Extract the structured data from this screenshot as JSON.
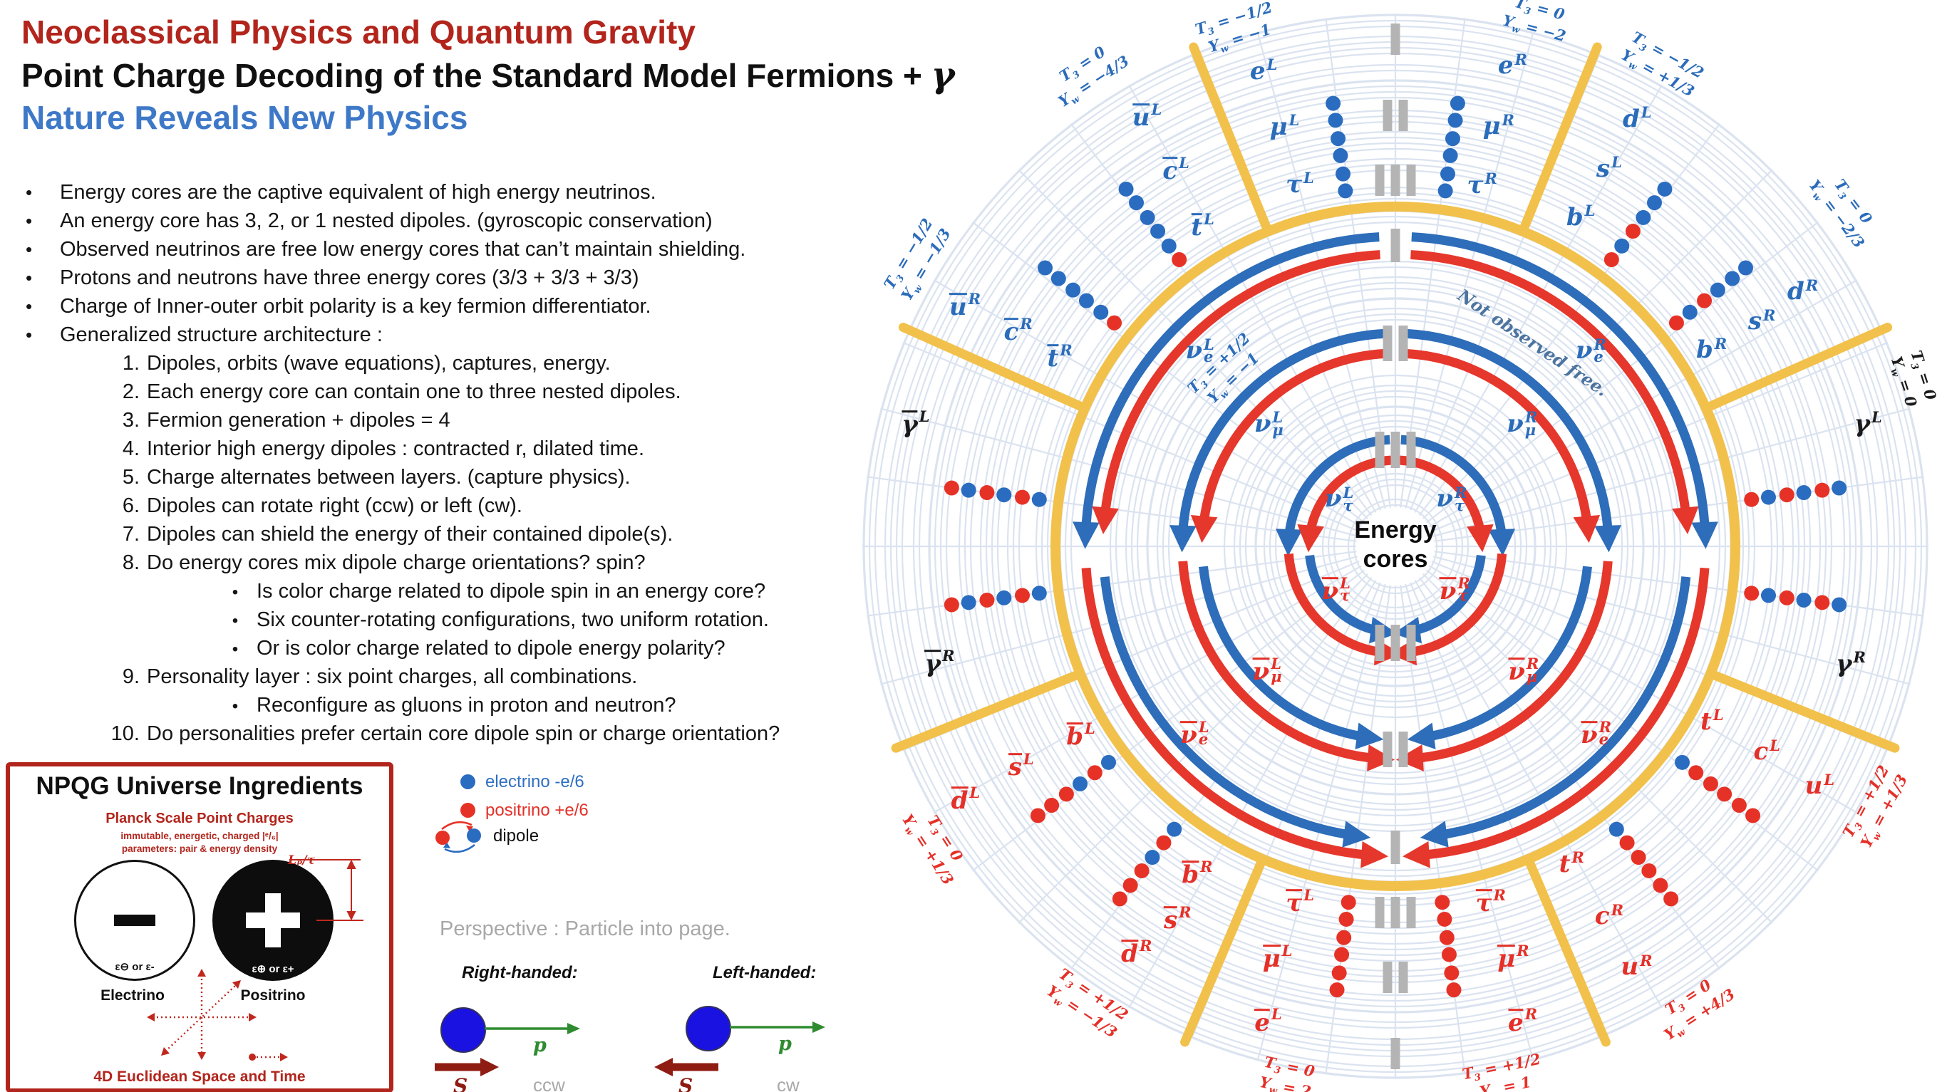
{
  "title": {
    "line1": "Neoclassical Physics and Quantum Gravity",
    "line2": "Point Charge Decoding of the Standard Model Fermions + ",
    "line2_gamma": "γ",
    "line3": "Nature Reveals New Physics"
  },
  "bullets": [
    "Energy cores are the captive equivalent of high energy neutrinos.",
    "An energy core has 3, 2, or 1 nested dipoles. (gyroscopic conservation)",
    "Observed neutrinos are free low energy cores that can’t maintain shielding.",
    "Protons and neutrons have three energy cores (3/3 + 3/3 + 3/3)",
    "Charge of Inner-outer orbit polarity is a key fermion differentiator.",
    "Generalized structure architecture :"
  ],
  "architecture": [
    {
      "num": "1.",
      "text": "Dipoles, orbits (wave equations), captures, energy."
    },
    {
      "num": "2.",
      "text": "Each energy core can contain one to three nested dipoles."
    },
    {
      "num": "3.",
      "text": "Fermion generation + dipoles = 4"
    },
    {
      "num": "4.",
      "text": "Interior high energy dipoles : contracted r, dilated time."
    },
    {
      "num": "5.",
      "text": "Charge alternates between layers. (capture physics)."
    },
    {
      "num": "6.",
      "text": "Dipoles can rotate right (ccw) or left (cw)."
    },
    {
      "num": "7.",
      "text": "Dipoles can shield the energy of their contained dipole(s)."
    },
    {
      "num": "8.",
      "text": "Do energy cores mix dipole charge orientations? spin?",
      "subs": [
        "Is color charge related to dipole spin in an energy core?",
        "Six counter-rotating configurations, two uniform rotation.",
        "Or is color charge related to dipole energy polarity?"
      ]
    },
    {
      "num": "9.",
      "text": "Personality layer : six point charges, all combinations.",
      "subs": [
        "Reconfigure as gluons in proton and neutron?"
      ]
    },
    {
      "num": "10.",
      "text": "Do personalities prefer certain core dipole spin or charge orientation?"
    }
  ],
  "ingredients": {
    "title": "NPQG Universe Ingredients",
    "heading": "Planck Scale Point Charges",
    "sub1": "immutable, energetic, charged |ᵉ/₆|",
    "sub2": "parameters: pair & energy density",
    "electrino": {
      "symbol": "ε⊖ or ε-",
      "name": "Electrino"
    },
    "positrino": {
      "symbol": "ε⊕ or ε+",
      "name": "Positrino"
    },
    "dim_label": "Lₚ/τ",
    "footer": "4D Euclidean Space and Time"
  },
  "legend": {
    "electrino": "electrino -e/6",
    "positrino": "positrino +e/6",
    "dipole": "dipole"
  },
  "perspective": "Perspective : Particle into page.",
  "hand": {
    "right": {
      "label": "Right-handed:",
      "p": "p",
      "s": "S",
      "rot": "ccw"
    },
    "left": {
      "label": "Left-handed:",
      "p": "p",
      "s": "S",
      "rot": "cw"
    }
  },
  "diagram": {
    "center_line1": "Energy",
    "center_line2": "cores",
    "not_observed": "Not observed free.",
    "sym_t3": "T",
    "sym_t3_sub": "3",
    "sym_yw": "Y",
    "sym_yw_sub": "w",
    "colors": {
      "blue": "#2b6cba",
      "red": "#e43028",
      "black": "#1a1a1a",
      "arc_blue": "#2d6db9",
      "arc_red": "#e6372c",
      "yellow": "#f2c14b",
      "grid": "#dbe3f0",
      "gray": "#b4b4b4"
    },
    "spokes": [
      -22,
      22,
      -66,
      66,
      -112,
      112,
      -157,
      157
    ],
    "rings": [
      {
        "gen": "I",
        "router": 435,
        "rinner": 410,
        "bars": 1
      },
      {
        "gen": "II",
        "router": 299,
        "rinner": 271,
        "bars": 2
      },
      {
        "gen": "III",
        "router": 150,
        "rinner": 121,
        "bars": 3
      }
    ],
    "sector_numerals": [
      {
        "gen": "I",
        "bars": 1,
        "r": 712
      },
      {
        "gen": "II",
        "bars": 2,
        "r": 605
      },
      {
        "gen": "III",
        "bars": 3,
        "r": 514
      }
    ],
    "particles": [
      {
        "b": "e",
        "sup": "L",
        "a": -15.5,
        "r": 692,
        "c": "blue"
      },
      {
        "b": "μ",
        "sup": "L",
        "a": -14.8,
        "r": 609,
        "c": "blue"
      },
      {
        "b": "τ",
        "sup": "L",
        "a": -14.8,
        "r": 525,
        "c": "blue"
      },
      {
        "b": "e",
        "sup": "R",
        "a": 13.7,
        "r": 694,
        "c": "blue"
      },
      {
        "b": "μ",
        "sup": "R",
        "a": 13.8,
        "r": 607,
        "c": "blue"
      },
      {
        "b": "τ",
        "sup": "R",
        "a": 13.5,
        "r": 521,
        "c": "blue"
      },
      {
        "b": "d",
        "sup": "L",
        "a": 29.5,
        "r": 689,
        "c": "blue"
      },
      {
        "b": "s",
        "sup": "L",
        "a": 29.5,
        "r": 609,
        "c": "blue"
      },
      {
        "b": "b",
        "sup": "L",
        "a": 29.4,
        "r": 530,
        "c": "blue"
      },
      {
        "b": "d",
        "sup": "R",
        "a": 58,
        "r": 674,
        "c": "blue"
      },
      {
        "b": "s",
        "sup": "R",
        "a": 58.5,
        "r": 603,
        "c": "blue"
      },
      {
        "b": "b",
        "sup": "R",
        "a": 58.2,
        "r": 522,
        "c": "blue"
      },
      {
        "b": "γ",
        "sup": "L",
        "a": 75.5,
        "r": 685,
        "c": "black"
      },
      {
        "b": "γ",
        "sup": "R",
        "a": 104.5,
        "r": 660,
        "c": "black"
      },
      {
        "b": "t",
        "sup": "L",
        "a": 119,
        "r": 508,
        "c": "red"
      },
      {
        "b": "c",
        "sup": "L",
        "a": 119,
        "r": 596,
        "c": "red"
      },
      {
        "b": "u",
        "sup": "L",
        "a": 119.5,
        "r": 684,
        "c": "red"
      },
      {
        "b": "t",
        "sup": "R",
        "a": 151,
        "r": 510,
        "c": "red"
      },
      {
        "b": "c",
        "sup": "R",
        "a": 150,
        "r": 600,
        "c": "red"
      },
      {
        "b": "u",
        "sup": "R",
        "a": 150.2,
        "r": 681,
        "c": "red"
      },
      {
        "b": "τ",
        "sup": "L",
        "bar": 1,
        "a": -165,
        "r": 517,
        "c": "red"
      },
      {
        "b": "μ",
        "sup": "L",
        "bar": 1,
        "a": -164,
        "r": 600,
        "c": "red"
      },
      {
        "b": "e",
        "sup": "L",
        "bar": 1,
        "a": -165,
        "r": 690,
        "c": "red"
      },
      {
        "b": "τ",
        "sup": "R",
        "bar": 1,
        "a": 165,
        "r": 517,
        "c": "red"
      },
      {
        "b": "μ",
        "sup": "R",
        "bar": 1,
        "a": 164,
        "r": 600,
        "c": "red"
      },
      {
        "b": "e",
        "sup": "R",
        "bar": 1,
        "a": 165,
        "r": 690,
        "c": "red"
      },
      {
        "b": "b",
        "sup": "R",
        "bar": 1,
        "a": -148.8,
        "r": 537,
        "c": "red"
      },
      {
        "b": "s",
        "sup": "R",
        "bar": 1,
        "a": -149.7,
        "r": 606,
        "c": "red"
      },
      {
        "b": "d",
        "sup": "R",
        "bar": 1,
        "a": -147.5,
        "r": 676,
        "c": "red"
      },
      {
        "b": "b",
        "sup": "L",
        "bar": 1,
        "a": -121,
        "r": 515,
        "c": "red"
      },
      {
        "b": "s",
        "sup": "L",
        "bar": 1,
        "a": -120.4,
        "r": 609,
        "c": "red"
      },
      {
        "b": "d",
        "sup": "L",
        "bar": 1,
        "a": -120.5,
        "r": 700,
        "c": "red"
      },
      {
        "b": "γ",
        "sup": "R",
        "bar": 1,
        "a": -104.3,
        "r": 660,
        "c": "black"
      },
      {
        "b": "γ",
        "sup": "L",
        "bar": 1,
        "a": -75.6,
        "r": 695,
        "c": "black"
      },
      {
        "b": "u",
        "sup": "R",
        "bar": 1,
        "a": -60.8,
        "r": 692,
        "c": "blue"
      },
      {
        "b": "c",
        "sup": "R",
        "bar": 1,
        "a": -60.2,
        "r": 610,
        "c": "blue"
      },
      {
        "b": "t",
        "sup": "R",
        "bar": 1,
        "a": -60.5,
        "r": 541,
        "c": "blue"
      },
      {
        "b": "u",
        "sup": "L",
        "bar": 1,
        "a": -30,
        "r": 697,
        "c": "blue"
      },
      {
        "b": "c",
        "sup": "L",
        "bar": 1,
        "a": -30.2,
        "r": 612,
        "c": "blue"
      },
      {
        "b": "t",
        "sup": "L",
        "bar": 1,
        "a": -31,
        "r": 525,
        "c": "blue"
      }
    ],
    "neutrinos": [
      {
        "b": "ν",
        "sub": "e",
        "sup": "L",
        "a": -45,
        "r": 388,
        "c": "blue"
      },
      {
        "b": "ν",
        "sub": "e",
        "sup": "R",
        "a": 45,
        "r": 388,
        "c": "blue"
      },
      {
        "b": "ν",
        "sub": "μ",
        "sup": "L",
        "a": -46,
        "r": 247,
        "c": "blue"
      },
      {
        "b": "ν",
        "sub": "μ",
        "sup": "R",
        "a": 46,
        "r": 247,
        "c": "blue"
      },
      {
        "b": "ν",
        "sub": "τ",
        "sup": "L",
        "a": -50,
        "r": 103,
        "c": "blue"
      },
      {
        "b": "ν",
        "sub": "τ",
        "sup": "R",
        "a": 50,
        "r": 103,
        "c": "blue"
      },
      {
        "b": "ν",
        "sub": "e",
        "sup": "L",
        "bar": 1,
        "a": -133,
        "r": 385,
        "c": "red"
      },
      {
        "b": "ν",
        "sub": "e",
        "sup": "R",
        "bar": 1,
        "a": 133,
        "r": 385,
        "c": "red"
      },
      {
        "b": "ν",
        "sub": "μ",
        "sup": "L",
        "bar": 1,
        "a": -134,
        "r": 250,
        "c": "red"
      },
      {
        "b": "ν",
        "sub": "μ",
        "sup": "R",
        "bar": 1,
        "a": 134,
        "r": 250,
        "c": "red"
      },
      {
        "b": "ν",
        "sub": "τ",
        "sup": "L",
        "bar": 1,
        "a": -126,
        "r": 103,
        "c": "red"
      },
      {
        "b": "ν",
        "sub": "τ",
        "sup": "R",
        "bar": 1,
        "a": 126,
        "r": 103,
        "c": "red"
      }
    ],
    "t3_labels": [
      {
        "a": -17,
        "r": 758,
        "c": "blue",
        "t3": "−1/2",
        "yw": "−1"
      },
      {
        "a": 15,
        "r": 765,
        "c": "blue",
        "t3": "0",
        "yw": "−2"
      },
      {
        "a": 29,
        "r": 772,
        "c": "blue",
        "t3": "−1/2",
        "yw": "+1/3"
      },
      {
        "a": 53,
        "r": 788,
        "c": "blue",
        "t3": "0",
        "yw": "−2/3"
      },
      {
        "a": 72,
        "r": 762,
        "c": "black",
        "t3": "0",
        "yw": "0"
      },
      {
        "a": 118.5,
        "r": 768,
        "c": "red",
        "t3": "+1/2",
        "yw": "+1/3"
      },
      {
        "a": 147,
        "r": 772,
        "c": "red",
        "t3": "0",
        "yw": "+4/3"
      },
      {
        "a": 168.5,
        "r": 762,
        "c": "red",
        "t3": "+1/2",
        "yw": "1"
      },
      {
        "a": -168.5,
        "r": 762,
        "c": "red",
        "t3": "0",
        "yw": "2"
      },
      {
        "a": -146,
        "r": 775,
        "c": "red",
        "t3": "+1/2",
        "yw": "−1/3"
      },
      {
        "a": -123,
        "r": 770,
        "c": "red",
        "t3": "0",
        "yw": "+1/3"
      },
      {
        "a": -59,
        "r": 780,
        "c": "blue",
        "t3": "−1/2",
        "yw": "−1/3"
      },
      {
        "a": -33,
        "r": 790,
        "c": "blue",
        "t3": "0",
        "yw": "−4/3"
      }
    ],
    "nu_t3": {
      "a": -44,
      "r": 340,
      "c": "blue",
      "t3": "+1/2",
      "yw": "−1"
    },
    "dot_columns": [
      {
        "a": -8,
        "p": "BBBBBB"
      },
      {
        "a": 8,
        "p": "BBBBBB"
      },
      {
        "a": 37,
        "p": "BBBRBR"
      },
      {
        "a": 51.5,
        "p": "BBBRBR"
      },
      {
        "a": 82.5,
        "p": "BRBRBR"
      },
      {
        "a": 97.5,
        "p": "BRBRBR"
      },
      {
        "a": 127,
        "p": "RRRRRB"
      },
      {
        "a": 142,
        "p": "RRRRRB"
      },
      {
        "a": 172.5,
        "p": "RRRRRR"
      },
      {
        "a": -172.5,
        "p": "RRRRRR"
      },
      {
        "a": -127,
        "p": "RRRBRB"
      },
      {
        "a": -142,
        "p": "RRRBRB"
      },
      {
        "a": -82.5,
        "p": "RBRBRB"
      },
      {
        "a": -97.5,
        "p": "RBRBRB"
      },
      {
        "a": -37,
        "p": "BBBBBR"
      },
      {
        "a": -51.5,
        "p": "BBBBBR"
      }
    ]
  }
}
